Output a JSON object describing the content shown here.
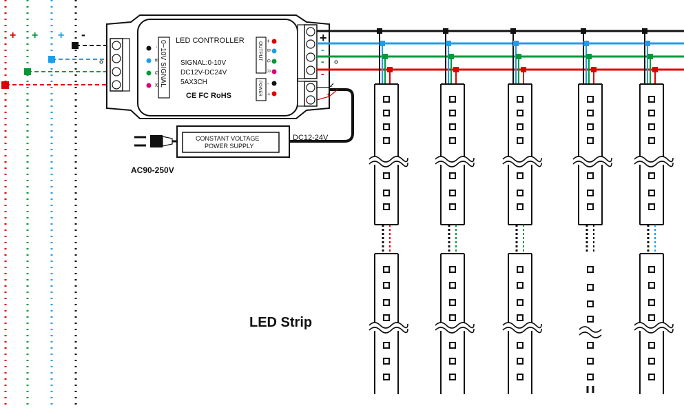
{
  "signal_lines": {
    "plus_red": "+",
    "plus_green": "+",
    "plus_blue": "+",
    "minus_black": "-"
  },
  "controller": {
    "title": "LED CONTROLLER",
    "signal": "SIGNAL:0-10V",
    "voltage": "DC12V-DC24V",
    "rating": "5AX3CH",
    "certs": "CE FC RoHS",
    "input_label": "0~10V  SIGNAL",
    "input_pins": [
      "-",
      "B",
      "G",
      "R"
    ],
    "output_label": "OUTPUT",
    "output_pins": [
      "+",
      "B",
      "G",
      "R"
    ],
    "power_label": "POWER",
    "power_pins": [
      "-",
      "+"
    ]
  },
  "power_supply": {
    "line1": "CONSTANT VOLTAGE",
    "line2": "POWER SUPPLY",
    "dc_label": "DC12-24V",
    "ac_label": "AC90-250V",
    "out_minus": "-",
    "out_plus": "+"
  },
  "bus_labels": [
    "+",
    "-",
    "-",
    "-"
  ],
  "strip_label": "LED Strip",
  "colors": {
    "red": "#e00000",
    "green": "#009a3a",
    "blue": "#1f9ee6",
    "black": "#111111"
  }
}
